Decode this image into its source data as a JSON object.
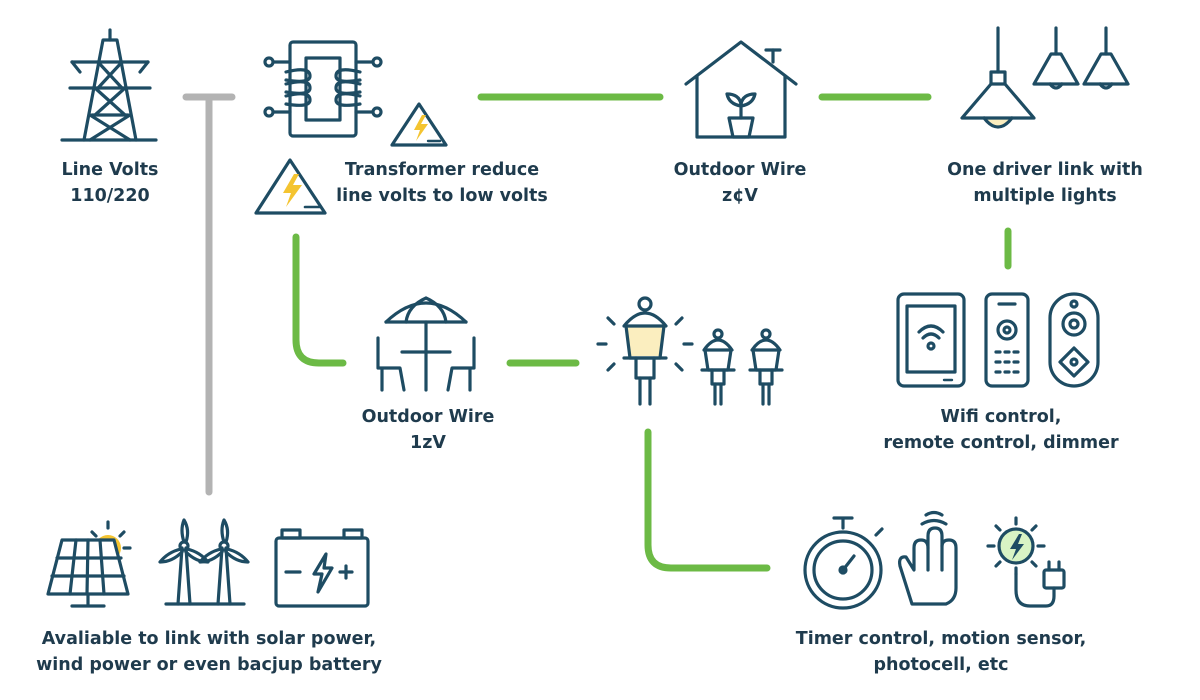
{
  "colors": {
    "icon": "#1e4c63",
    "text": "#1f3b4d",
    "connector_low_voltage": "#6cba45",
    "connector_alternative_power": "#b3b3b3",
    "accent_light": "#fbeebf",
    "accent_bolt": "#f4c430",
    "accent_sensor": "#d8f3c4"
  },
  "nodes": {
    "line_volts": {
      "icon": "transmission-tower-icon",
      "lines": [
        "Line Volts",
        "110/220"
      ]
    },
    "transformer": {
      "icon": "transformer-icon",
      "lines": [
        "Transformer reduce",
        "line volts to low volts"
      ]
    },
    "outdoor_wire_house": {
      "icon": "house-icon",
      "lines": [
        "Outdoor Wire",
        "z¢V"
      ]
    },
    "multiple_lights": {
      "icon": "pendant-lights-icon",
      "lines": [
        "One driver link with",
        "multiple lights"
      ]
    },
    "outdoor_wire_patio": {
      "icon": "patio-umbrella-icon",
      "lines": [
        "Outdoor Wire",
        "1zV"
      ]
    },
    "garden_lanterns": {
      "icon": "lantern-icon"
    },
    "controls": {
      "icon": "remote-controls-icon",
      "lines": [
        "Wifi control,",
        "remote control, dimmer"
      ]
    },
    "sensors": {
      "icon": "timer-sensor-icon",
      "lines": [
        "Timer control, motion sensor,",
        "photocell, etc"
      ]
    },
    "alternative_power": {
      "icon": "solar-wind-battery-icon",
      "lines": [
        "Avaliable to link with solar power,",
        "wind power or even bacjup battery"
      ]
    }
  }
}
